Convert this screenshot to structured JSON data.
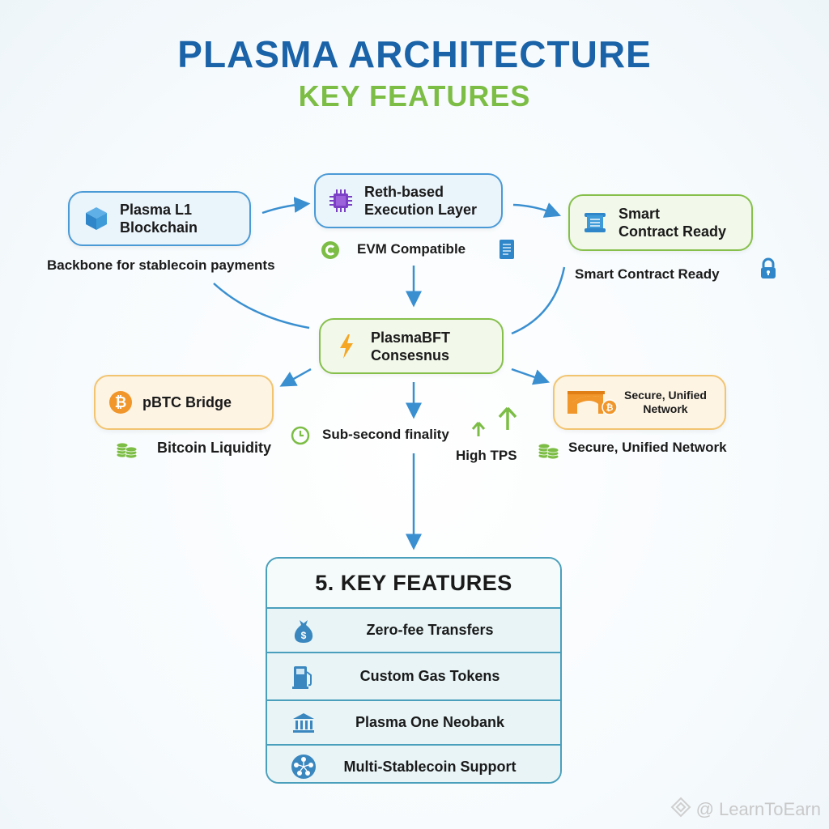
{
  "header": {
    "title": "PLASMA ARCHITECTURE",
    "subtitle": "KEY FEATURES"
  },
  "colors": {
    "title_blue": "#1a63a8",
    "subtitle_green": "#7cbd45",
    "connector_blue": "#3a8fd0",
    "blue_border": "#4a9ad6",
    "green_border": "#86c04b",
    "orange_border": "#f2c470",
    "panel_border": "#4a9fbc"
  },
  "nodes": {
    "plasma_l1": {
      "line1": "Plasma L1",
      "line2": "Blockchain",
      "icon": "cube-icon",
      "caption": "Backbone for stablecoin payments"
    },
    "reth": {
      "line1": "Reth-based",
      "line2": "Execution Layer",
      "icon": "chip-icon",
      "caption": "EVM Compatible",
      "caption_icon_left": "c-badge-icon",
      "caption_icon_right": "scroll-icon"
    },
    "smart_contract": {
      "line1": "Smart",
      "line2": "Contract Ready",
      "icon": "scroll-icon",
      "caption": "Smart Contract Ready",
      "caption_icon": "lock-icon"
    },
    "plasmabft": {
      "line1": "PlasmaBFT",
      "line2": "Consesnus",
      "icon": "lightning-icon"
    },
    "pbtc": {
      "line1": "pBTC Bridge",
      "icon": "bitcoin-icon",
      "caption": "Bitcoin Liquidity",
      "caption_icon": "coins-icon"
    },
    "secure": {
      "line1": "Secure, Unified",
      "line2": "Network",
      "icon": "bridge-bitcoin-icon",
      "caption": "Secure, Unified Network",
      "caption_icon": "coins-icon"
    }
  },
  "annotations": {
    "finality": "Sub-second finality",
    "tps": "High TPS"
  },
  "features_panel": {
    "title": "5. KEY FEATURES",
    "items": [
      {
        "label": "Zero-fee Transfers",
        "icon": "money-bag-icon"
      },
      {
        "label": "Custom Gas Tokens",
        "icon": "gas-pump-icon"
      },
      {
        "label": "Plasma One Neobank",
        "icon": "bank-icon"
      },
      {
        "label": "Multi-Stablecoin Support",
        "icon": "stablecoin-network-icon"
      }
    ]
  },
  "watermark": {
    "text": "@ LearnToEarn"
  }
}
